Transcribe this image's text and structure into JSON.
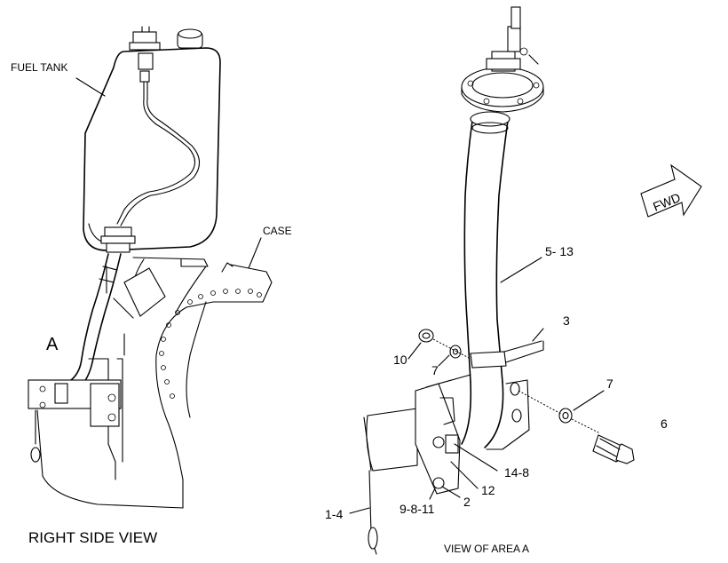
{
  "left_view": {
    "fuel_tank_label": "FUEL TANK",
    "case_label": "CASE",
    "area_label": "A",
    "caption": "RIGHT SIDE VIEW"
  },
  "right_view": {
    "caption": "VIEW OF AREA A",
    "fwd_label": "FWD",
    "callouts": [
      "5- 13",
      "3",
      "10",
      "7",
      "7",
      "6",
      "14-8",
      "12",
      "2",
      "9-8-11",
      "1-4"
    ]
  }
}
